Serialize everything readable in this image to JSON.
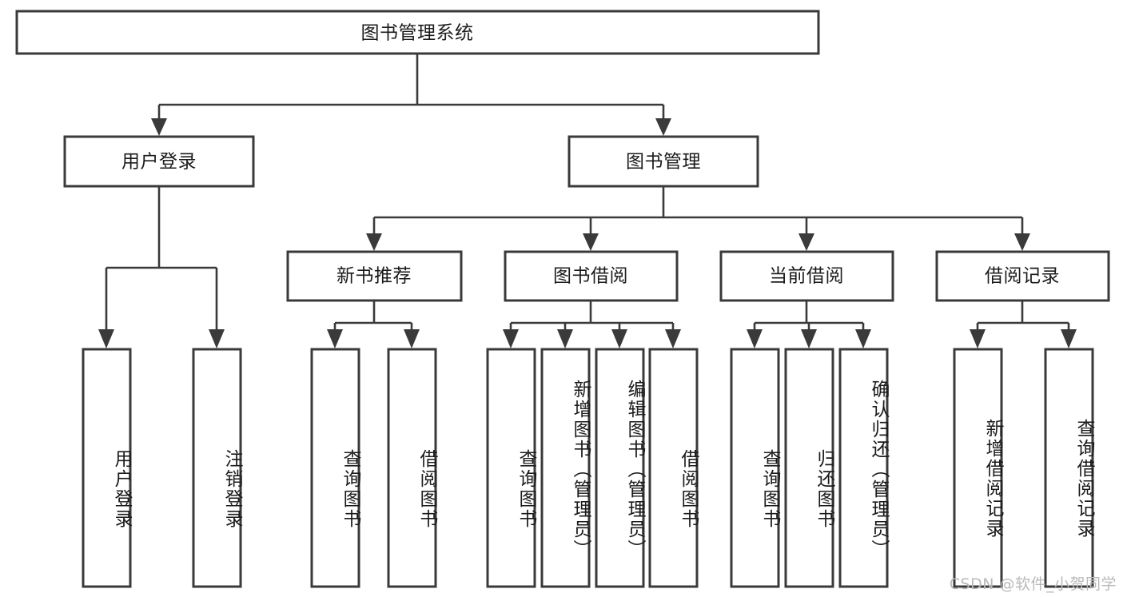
{
  "diagram": {
    "type": "tree-hierarchy",
    "orientation": "top-down",
    "root": {
      "id": "root",
      "label": "图书管理系统"
    },
    "level2": [
      {
        "id": "user-login",
        "label": "用户登录"
      },
      {
        "id": "book-manage",
        "label": "图书管理"
      }
    ],
    "level3": [
      {
        "id": "new-book-rec",
        "label": "新书推荐",
        "parent": "book-manage"
      },
      {
        "id": "book-borrow",
        "label": "图书借阅",
        "parent": "book-manage"
      },
      {
        "id": "current-borrow",
        "label": "当前借阅",
        "parent": "book-manage"
      },
      {
        "id": "borrow-record",
        "label": "借阅记录",
        "parent": "book-manage"
      }
    ],
    "leaves": [
      {
        "id": "leaf-user-login",
        "label": "用户登录",
        "parent": "user-login"
      },
      {
        "id": "leaf-logout",
        "label": "注销登录",
        "parent": "user-login"
      },
      {
        "id": "leaf-query-book-1",
        "label": "查询图书",
        "parent": "new-book-rec"
      },
      {
        "id": "leaf-borrow-book-1",
        "label": "借阅图书",
        "parent": "new-book-rec"
      },
      {
        "id": "leaf-query-book-2",
        "label": "查询图书",
        "parent": "book-borrow"
      },
      {
        "id": "leaf-add-book",
        "label": "新增图书（管理员）",
        "parent": "book-borrow"
      },
      {
        "id": "leaf-edit-book",
        "label": "编辑图书（管理员）",
        "parent": "book-borrow"
      },
      {
        "id": "leaf-borrow-book-2",
        "label": "借阅图书",
        "parent": "book-borrow"
      },
      {
        "id": "leaf-query-book-3",
        "label": "查询图书",
        "parent": "current-borrow"
      },
      {
        "id": "leaf-return-book",
        "label": "归还图书",
        "parent": "current-borrow"
      },
      {
        "id": "leaf-confirm-return",
        "label": "确认归还（管理员）",
        "parent": "current-borrow"
      },
      {
        "id": "leaf-add-record",
        "label": "新增借阅记录",
        "parent": "borrow-record"
      },
      {
        "id": "leaf-query-record",
        "label": "查询借阅记录",
        "parent": "borrow-record"
      }
    ],
    "colors": {
      "stroke": "#3a3a3a",
      "fill": "#ffffff",
      "text": "#1b1b1b",
      "watermark": "#b9b9b9"
    }
  },
  "watermark": {
    "text": "CSDN @软件_小贺同学"
  }
}
